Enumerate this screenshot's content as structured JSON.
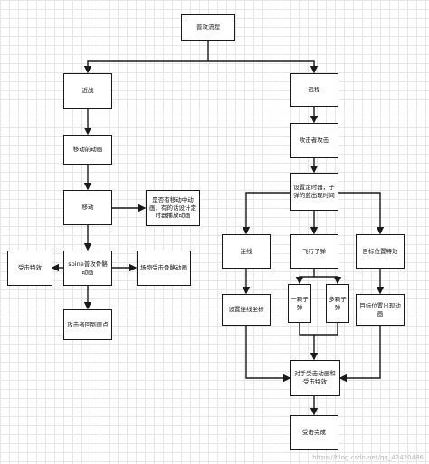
{
  "nodes": {
    "start": "普攻流程",
    "melee": "近战",
    "ranged": "远程",
    "move_anim": "移动前动画",
    "attacker_attack": "攻击者攻击",
    "move": "移动",
    "note": "是否有移动中动画，有的话设计定时器播放动画",
    "timer": "设置定时器，子弹的蓝出现时间",
    "hit_effect_left": "受击特效",
    "spine_attack": "spine普攻骨骼动画",
    "target_hit": "场物受击骨骼动画",
    "return": "攻击者回到原点",
    "line": "连线",
    "bullet": "飞行子弹",
    "target_effect": "目标位置特效",
    "set_line_coord": "设置连线坐标",
    "single_bullet": "一颗子弹",
    "multi_bullet": "多颗子弹",
    "set_target_anim": "目标位置出现动画",
    "target_hit_effect": "对手受击动画和受击特效",
    "hit_done": "受击完成"
  },
  "watermark": "https://blog.csdn.net/qq_42420486"
}
